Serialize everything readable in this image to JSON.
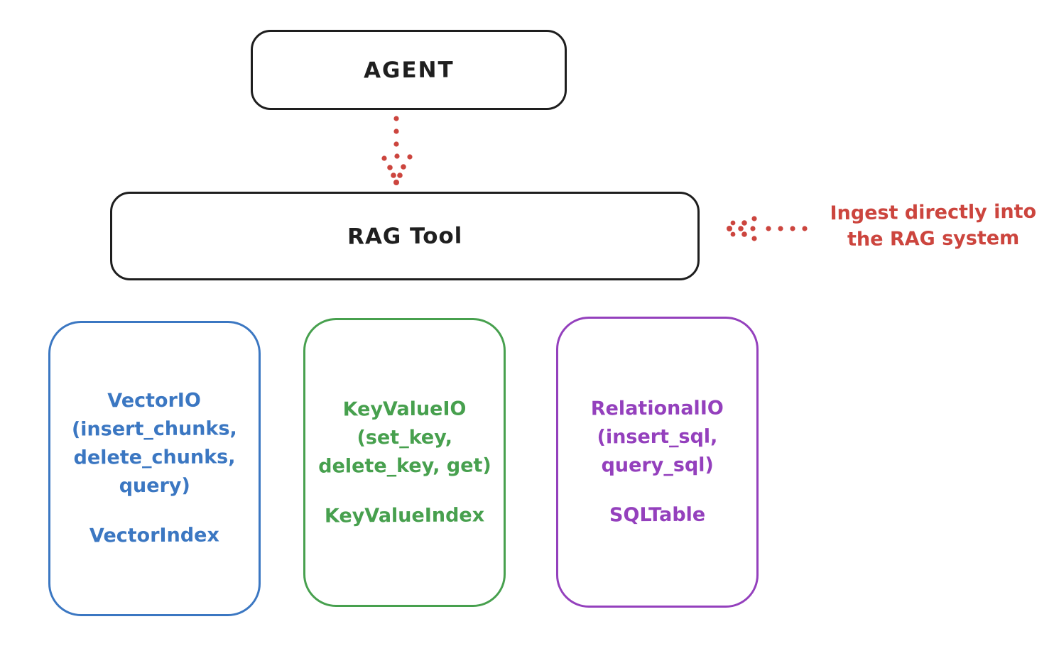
{
  "diagram": {
    "agent_label": "AGENT",
    "rag_tool_label": "RAG Tool",
    "annotation": {
      "text": "Ingest directly into\nthe RAG system",
      "color": "#cc453e"
    },
    "arrows": [
      {
        "name": "agent-to-rag-tool",
        "style": "dotted",
        "direction": "down",
        "color": "#cc453e"
      },
      {
        "name": "annotation-to-rag-tool",
        "style": "dotted",
        "direction": "left",
        "color": "#cc453e"
      }
    ],
    "stores": [
      {
        "io_text": "VectorIO\n(insert_chunks,\ndelete_chunks,\nquery)",
        "index_label": "VectorIndex",
        "color": "#3b77c2"
      },
      {
        "io_text": "KeyValueIO\n(set_key,\ndelete_key, get)",
        "index_label": "KeyValueIndex",
        "color": "#47a04e"
      },
      {
        "io_text": "RelationalIO\n(insert_sql,\nquery_sql)",
        "index_label": "SQLTable",
        "color": "#9440bd"
      }
    ],
    "colors": {
      "stroke": "#1e1e1e",
      "red": "#cc453e"
    }
  }
}
